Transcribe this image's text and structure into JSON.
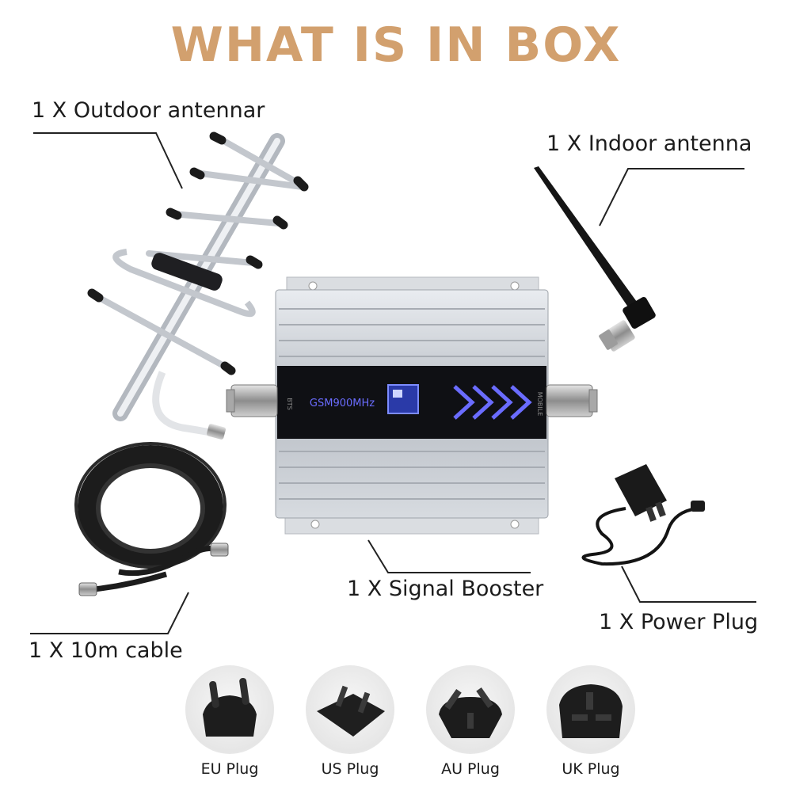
{
  "header": {
    "title": "WHAT IS IN BOX"
  },
  "labels": {
    "outdoor_antenna": "1 X Outdoor antennar",
    "indoor_antenna": "1 X Indoor antenna",
    "signal_booster": "1 X Signal Booster",
    "cable": "1 X 10m cable",
    "power_plug": "1 X Power Plug"
  },
  "booster_panel": {
    "model_text": "GSM900MHz",
    "left_port_label": "BTS",
    "right_port_label": "MOBILE"
  },
  "plugs": [
    {
      "label": "EU Plug"
    },
    {
      "label": "US Plug"
    },
    {
      "label": "AU Plug"
    },
    {
      "label": "UK Plug"
    }
  ],
  "colors": {
    "title": "#d2a06e",
    "panel_glow": "#6a6cff"
  }
}
